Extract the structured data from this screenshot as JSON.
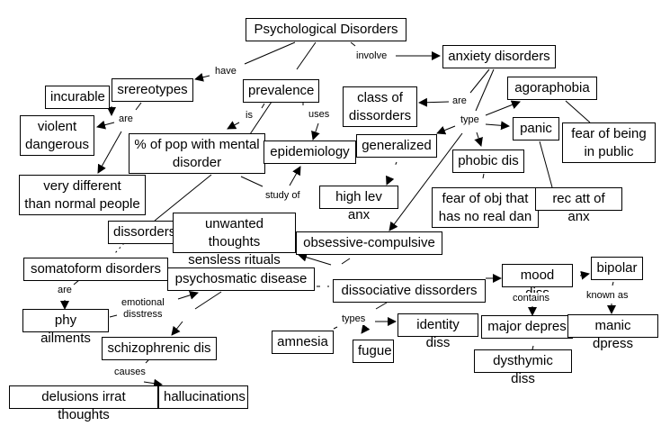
{
  "title": "Psychological Disorders concept map",
  "nodes": {
    "psych": "Psychological Disorders",
    "anxiety": "anxiety disorders",
    "srereotypes": "srereotypes",
    "incurable": "incurable",
    "prevalence": "prevalence",
    "class": "class of\ndissorders",
    "agora": "agoraphobia",
    "violent": "violent\ndangerous",
    "panic": "panic",
    "fearpublic": "fear of being\nin public",
    "percent": "% of pop with mental\ndisorder",
    "epidem": "epidemiology",
    "generalized": "generalized",
    "phobic": "phobic dis",
    "verydiff": "very different\nthan normal people",
    "highlev": "high lev anx",
    "fearobj": "fear of obj that\nhas no real dan",
    "recatt": "rec att of anx",
    "dissorders": "dissorders",
    "unwanted": "unwanted thoughts\nsensless rituals",
    "ocd": "obsessive-compulsive",
    "somato": "somatoform disorders",
    "psychosomatic": "psychosmatic disease",
    "dissociative": "dissociative dissorders",
    "mood": "mood diss",
    "bipolar": "bipolar",
    "phy": "phy ailments",
    "identity": "identity diss",
    "majordep": "major depres",
    "manic": "manic dpress",
    "amnesia": "amnesia",
    "fugue": "fugue",
    "schizo": "schizophrenic dis",
    "dysthymic": "dysthymic diss",
    "delusions": "delusions irrat thoughts",
    "halluc": "hallucinations"
  },
  "link_labels": {
    "have": "have",
    "involve": "involve",
    "are_stereo": "are",
    "is": "is",
    "uses": "uses",
    "are_anx": "are",
    "type": "type",
    "study_of": "study of",
    "are_somato": "are",
    "emotional": "emotional\ndisstress",
    "contains": "contains",
    "known_as": "known as",
    "types": "types",
    "causes": "causes"
  }
}
